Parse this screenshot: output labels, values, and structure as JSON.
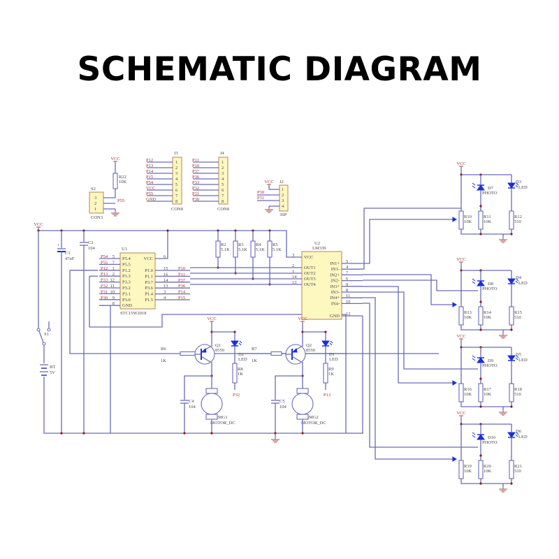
{
  "title": "SCHEMATIC DIAGRAM",
  "colors": {
    "wire": "#6a6ab8",
    "chip_fill": "#fdf7c0",
    "chip_border": "#b5865a",
    "led": "#1a2ee0",
    "net_label": "#a03030",
    "junction": "#8b1a1a"
  },
  "power_label": "VCC",
  "s2": {
    "ref": "S2",
    "name": "CON3",
    "pins": [
      "3",
      "2",
      "1"
    ],
    "net": "P55",
    "pullup": {
      "ref": "R22",
      "value": "10K"
    }
  },
  "j3": {
    "ref": "J3",
    "name": "CON8",
    "pins": [
      "1",
      "2",
      "3",
      "4",
      "5",
      "6",
      "7",
      "8"
    ],
    "nets": [
      "P12",
      "P13",
      "P14",
      "P15",
      "P54",
      "VCC",
      "P55",
      "GND"
    ]
  },
  "j4": {
    "ref": "J4",
    "name": "CON8",
    "pins": [
      "1",
      "2",
      "3",
      "4",
      "5",
      "6",
      "7",
      "8"
    ],
    "nets": [
      "P11",
      "P10",
      "P37",
      "P36",
      "P33",
      "P32",
      "P31",
      "P30"
    ]
  },
  "j2": {
    "ref": "J2",
    "name": "ISP",
    "pins": [
      "1",
      "2",
      "3",
      "4"
    ],
    "nets": [
      "VCC",
      "P30",
      "P31",
      "GND"
    ]
  },
  "c1": {
    "ref": "C1",
    "value": "47uF"
  },
  "c2": {
    "ref": "C2",
    "value": "104"
  },
  "u1": {
    "ref": "U1",
    "part": "STC15W2018",
    "left_pins": [
      {
        "net": "P54",
        "num": "5",
        "name": "P5.4"
      },
      {
        "net": "P55",
        "num": "7",
        "name": "P5.5"
      },
      {
        "net": "P12",
        "num": "1",
        "name": "P1.2"
      },
      {
        "net": "P13",
        "num": "2",
        "name": "P1.3"
      },
      {
        "net": "P33",
        "num": "12",
        "name": "P3.3"
      },
      {
        "net": "P32",
        "num": "11",
        "name": "P3.2"
      },
      {
        "net": "P31",
        "num": "10",
        "name": "P3.1"
      },
      {
        "net": "P30",
        "num": "9",
        "name": "P3.0"
      },
      {
        "net": "",
        "num": "8",
        "name": "GND"
      }
    ],
    "right_pins": [
      {
        "name": "VCC",
        "num": "6",
        "net": ""
      },
      {
        "name": "P1.0",
        "num": "15",
        "net": "P10"
      },
      {
        "name": "P1.1",
        "num": "16",
        "net": "P11"
      },
      {
        "name": "P3.7",
        "num": "14",
        "net": "P37"
      },
      {
        "name": "P3.6",
        "num": "13",
        "net": "P36"
      },
      {
        "name": "P1.4",
        "num": "3",
        "net": "P14"
      },
      {
        "name": "P1.5",
        "num": "4",
        "net": "P15"
      }
    ]
  },
  "pullups": [
    {
      "ref": "R2",
      "value": "5.1K"
    },
    {
      "ref": "R3",
      "value": "5.1K"
    },
    {
      "ref": "R4",
      "value": "5.1K"
    },
    {
      "ref": "R5",
      "value": "5.1K"
    }
  ],
  "u2": {
    "ref": "U2",
    "part": "LM339",
    "left_pins": [
      {
        "name": "VCC",
        "num": "3"
      },
      {
        "name": "OUT1",
        "num": "2"
      },
      {
        "name": "OUT2",
        "num": "1"
      },
      {
        "name": "OUT3",
        "num": "14"
      },
      {
        "name": "OUT4",
        "num": "13"
      }
    ],
    "right_pins": [
      {
        "name": "IN1+",
        "num": "5"
      },
      {
        "name": "IN1-",
        "num": "4"
      },
      {
        "name": "IN2+",
        "num": "7"
      },
      {
        "name": "IN2-",
        "num": "6"
      },
      {
        "name": "IN3+",
        "num": "9"
      },
      {
        "name": "IN3-",
        "num": "8"
      },
      {
        "name": "IN4+",
        "num": "11"
      },
      {
        "name": "IN4-",
        "num": "10"
      },
      {
        "name": "GND",
        "num": "12"
      }
    ]
  },
  "switch": {
    "ref": "S1"
  },
  "battery": {
    "ref": "BT",
    "value": "5V"
  },
  "drivers": [
    {
      "base_res": {
        "ref": "R6",
        "value": "1K"
      },
      "transistor": {
        "ref": "Q1",
        "part": "8550"
      },
      "led": {
        "ref": "D2",
        "type": "LED"
      },
      "led_res": {
        "ref": "R8",
        "value": "1K"
      },
      "led_net": "P32",
      "cap": {
        "ref": "C4",
        "value": "104"
      },
      "motor": {
        "ref": "MG1",
        "part": "MOTOR_DC"
      }
    },
    {
      "base_res": {
        "ref": "R7",
        "value": "1K"
      },
      "transistor": {
        "ref": "Q2",
        "part": "8550"
      },
      "led": {
        "ref": "D1",
        "type": "LED"
      },
      "led_res": {
        "ref": "R9",
        "value": "1K"
      },
      "led_net": "P13",
      "cap": {
        "ref": "C5",
        "value": "104"
      },
      "motor": {
        "ref": "MG2",
        "part": "MOTOR_DC"
      }
    }
  ],
  "sensors": [
    {
      "pot": {
        "ref": "R10",
        "value": "10K"
      },
      "photo": {
        "ref": "D7",
        "type": "PHOTO"
      },
      "photo_res": {
        "ref": "R11",
        "value": "10K"
      },
      "led": {
        "ref": "D3",
        "type": "LED"
      },
      "led_res": {
        "ref": "R12",
        "value": "510"
      }
    },
    {
      "pot": {
        "ref": "R13",
        "value": "10K"
      },
      "photo": {
        "ref": "D8",
        "type": "PHOTO"
      },
      "photo_res": {
        "ref": "R14",
        "value": "10K"
      },
      "led": {
        "ref": "D4",
        "type": "LED"
      },
      "led_res": {
        "ref": "R15",
        "value": "510"
      }
    },
    {
      "pot": {
        "ref": "R16",
        "value": "10K"
      },
      "photo": {
        "ref": "D9",
        "type": "PHOTO"
      },
      "photo_res": {
        "ref": "R17",
        "value": "10K"
      },
      "led": {
        "ref": "D5",
        "type": "LED"
      },
      "led_res": {
        "ref": "R18",
        "value": "510"
      }
    },
    {
      "pot": {
        "ref": "R19",
        "value": "10K"
      },
      "photo": {
        "ref": "D10",
        "type": "PHOTO"
      },
      "photo_res": {
        "ref": "R20",
        "value": "10K"
      },
      "led": {
        "ref": "D6",
        "type": "LED"
      },
      "led_res": {
        "ref": "R21",
        "value": "510"
      }
    }
  ]
}
